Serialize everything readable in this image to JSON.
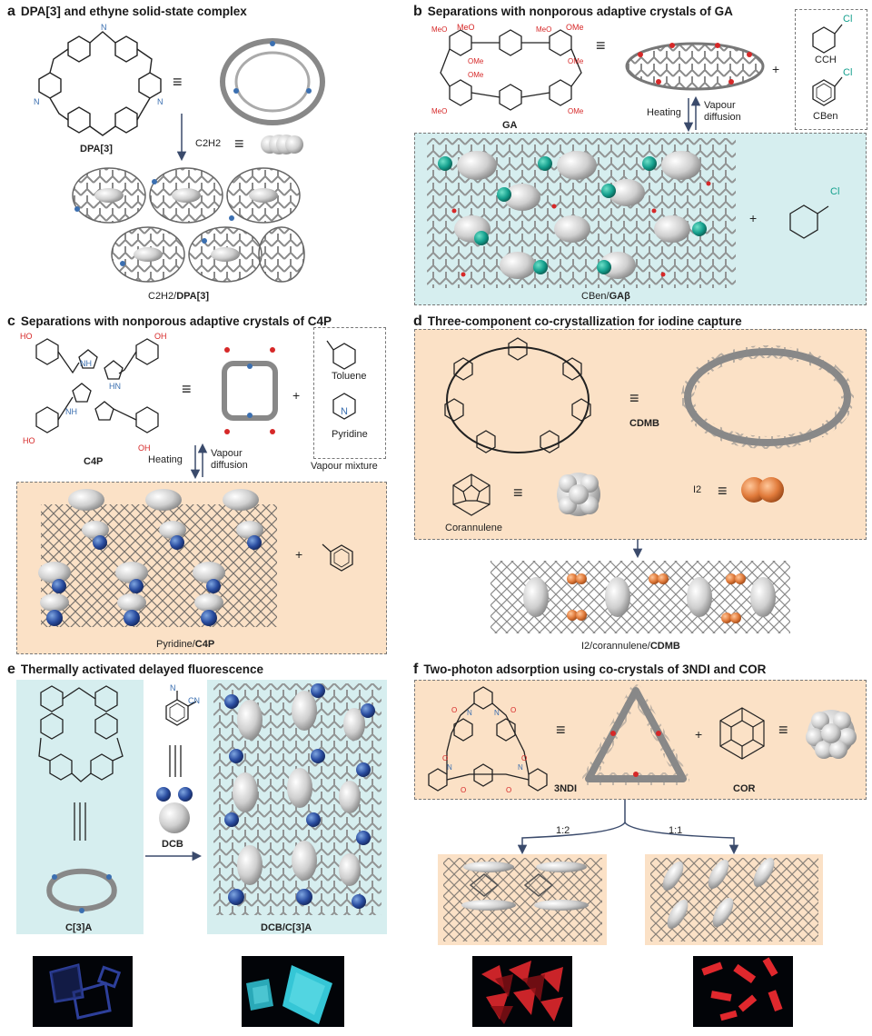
{
  "panels": {
    "a": {
      "letter": "a",
      "title": "DPA[3] and ethyne solid-state complex",
      "molecule": "DPA[3]",
      "reagent": "C2H2",
      "product_prefix": "C2H2/",
      "product_bold": "DPA[3]"
    },
    "b": {
      "letter": "b",
      "title": "Separations with nonporous adaptive crystals of GA",
      "molecule": "GA",
      "substituent": "OMe",
      "substituent_alt": "MeO",
      "guest1": "CCH",
      "guest2": "CBen",
      "halogen": "Cl",
      "heating": "Heating",
      "vapour": "Vapour",
      "diffusion": "diffusion",
      "plus": "+",
      "product_prefix": "CBen/",
      "product_bold": "GAβ"
    },
    "c": {
      "letter": "c",
      "title": "Separations with nonporous adaptive crystals of C4P",
      "molecule": "C4P",
      "hydroxyl": "HO",
      "hydroxyl_alt": "OH",
      "nh": "NH",
      "hn": "HN",
      "guest1": "Toluene",
      "guest2": "Pyridine",
      "n_atom": "N",
      "mixture": "Vapour mixture",
      "heating": "Heating",
      "vapour": "Vapour",
      "diffusion": "diffusion",
      "plus": "+",
      "product_prefix": "Pyridine/",
      "product_bold": "C4P"
    },
    "d": {
      "letter": "d",
      "title": "Three-component co-crystallization for iodine capture",
      "molecule": "CDMB",
      "guest": "Corannulene",
      "iodine": "I2",
      "product_prefix": "I2/corannulene/",
      "product_bold": "CDMB"
    },
    "e": {
      "letter": "e",
      "title": "Thermally activated delayed fluorescence",
      "host": "C[3]A",
      "guest": "DCB",
      "cn": "CN",
      "n_atom": "N",
      "product": "DCB/C[3]A"
    },
    "f": {
      "letter": "f",
      "title": "Two-photon adsorption using co-crystals of 3NDI and COR",
      "molecule": "3NDI",
      "guest": "COR",
      "o_atom": "O",
      "n_atom": "N",
      "ratio1": "1:2",
      "ratio2": "1:1",
      "plus": "+"
    }
  },
  "symbols": {
    "equiv": "≡"
  },
  "colors": {
    "peach": "#fbe1c6",
    "teal": "#d6eeef",
    "arrow": "#3a4a6b",
    "nitrogen": "#3b6fb0",
    "oxygen": "#d62828",
    "chlorine": "#15a08e",
    "iodine": "#e07a3a",
    "cyan_glow": "#35c6d6",
    "red_glow": "#e0282d",
    "blue_glow": "#2d3f9a"
  }
}
